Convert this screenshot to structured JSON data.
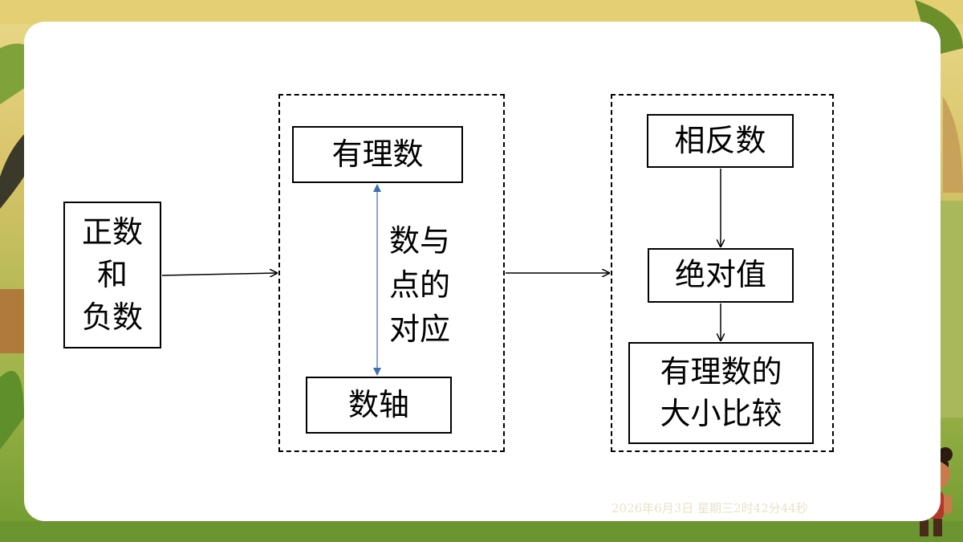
{
  "diagram": {
    "nodes": {
      "positive_negative": "正数\n和\n负数",
      "rational": "有理数",
      "number_line": "数轴",
      "correspondence": "数与\n点的\n对应",
      "opposite": "相反数",
      "absolute_value": "绝对值",
      "comparison": "有理数的\n大小比较"
    },
    "edges": [
      {
        "from": "positive_negative",
        "to": "group_1",
        "style": "arrow"
      },
      {
        "from": "group_1",
        "to": "group_2",
        "style": "arrow"
      },
      {
        "from": "rational",
        "to": "number_line",
        "style": "double-arrow",
        "color": "#3a6fb0"
      },
      {
        "from": "opposite",
        "to": "absolute_value",
        "style": "arrow"
      },
      {
        "from": "absolute_value",
        "to": "comparison",
        "style": "arrow"
      }
    ]
  },
  "footer": {
    "timestamp": "2026年6月3日 星期三2时42分44秒"
  },
  "colors": {
    "card": "#ffffff",
    "ink": "#000000",
    "double_arrow": "#3a6fb0"
  }
}
